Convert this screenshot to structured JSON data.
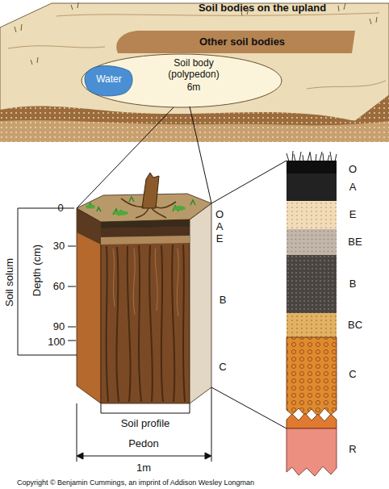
{
  "diagram": {
    "nodes": [
      {
        "text": [
          "Soil bodies on the upland"
        ]
      },
      {
        "text": [
          "Other soil bodies"
        ],
        "in": 0
      },
      {
        "text": [
          "Soil body (polypedon)",
          "6m"
        ],
        "in": 0
      },
      {
        "text": [
          "Water"
        ],
        "in": 2
      }
    ],
    "labels": [
      "Soil solum",
      "Depth (cm)",
      "0",
      "30",
      "60",
      "90",
      "100",
      "O",
      "A",
      "E",
      "B",
      "C",
      "Soil profile",
      "Pedon",
      "1m",
      "O",
      "A",
      "E",
      "BE",
      "B",
      "BC",
      "C",
      "R",
      "Copyright © Benjamin Cummings, an imprint of Addison Wesley Longman"
    ]
  }
}
